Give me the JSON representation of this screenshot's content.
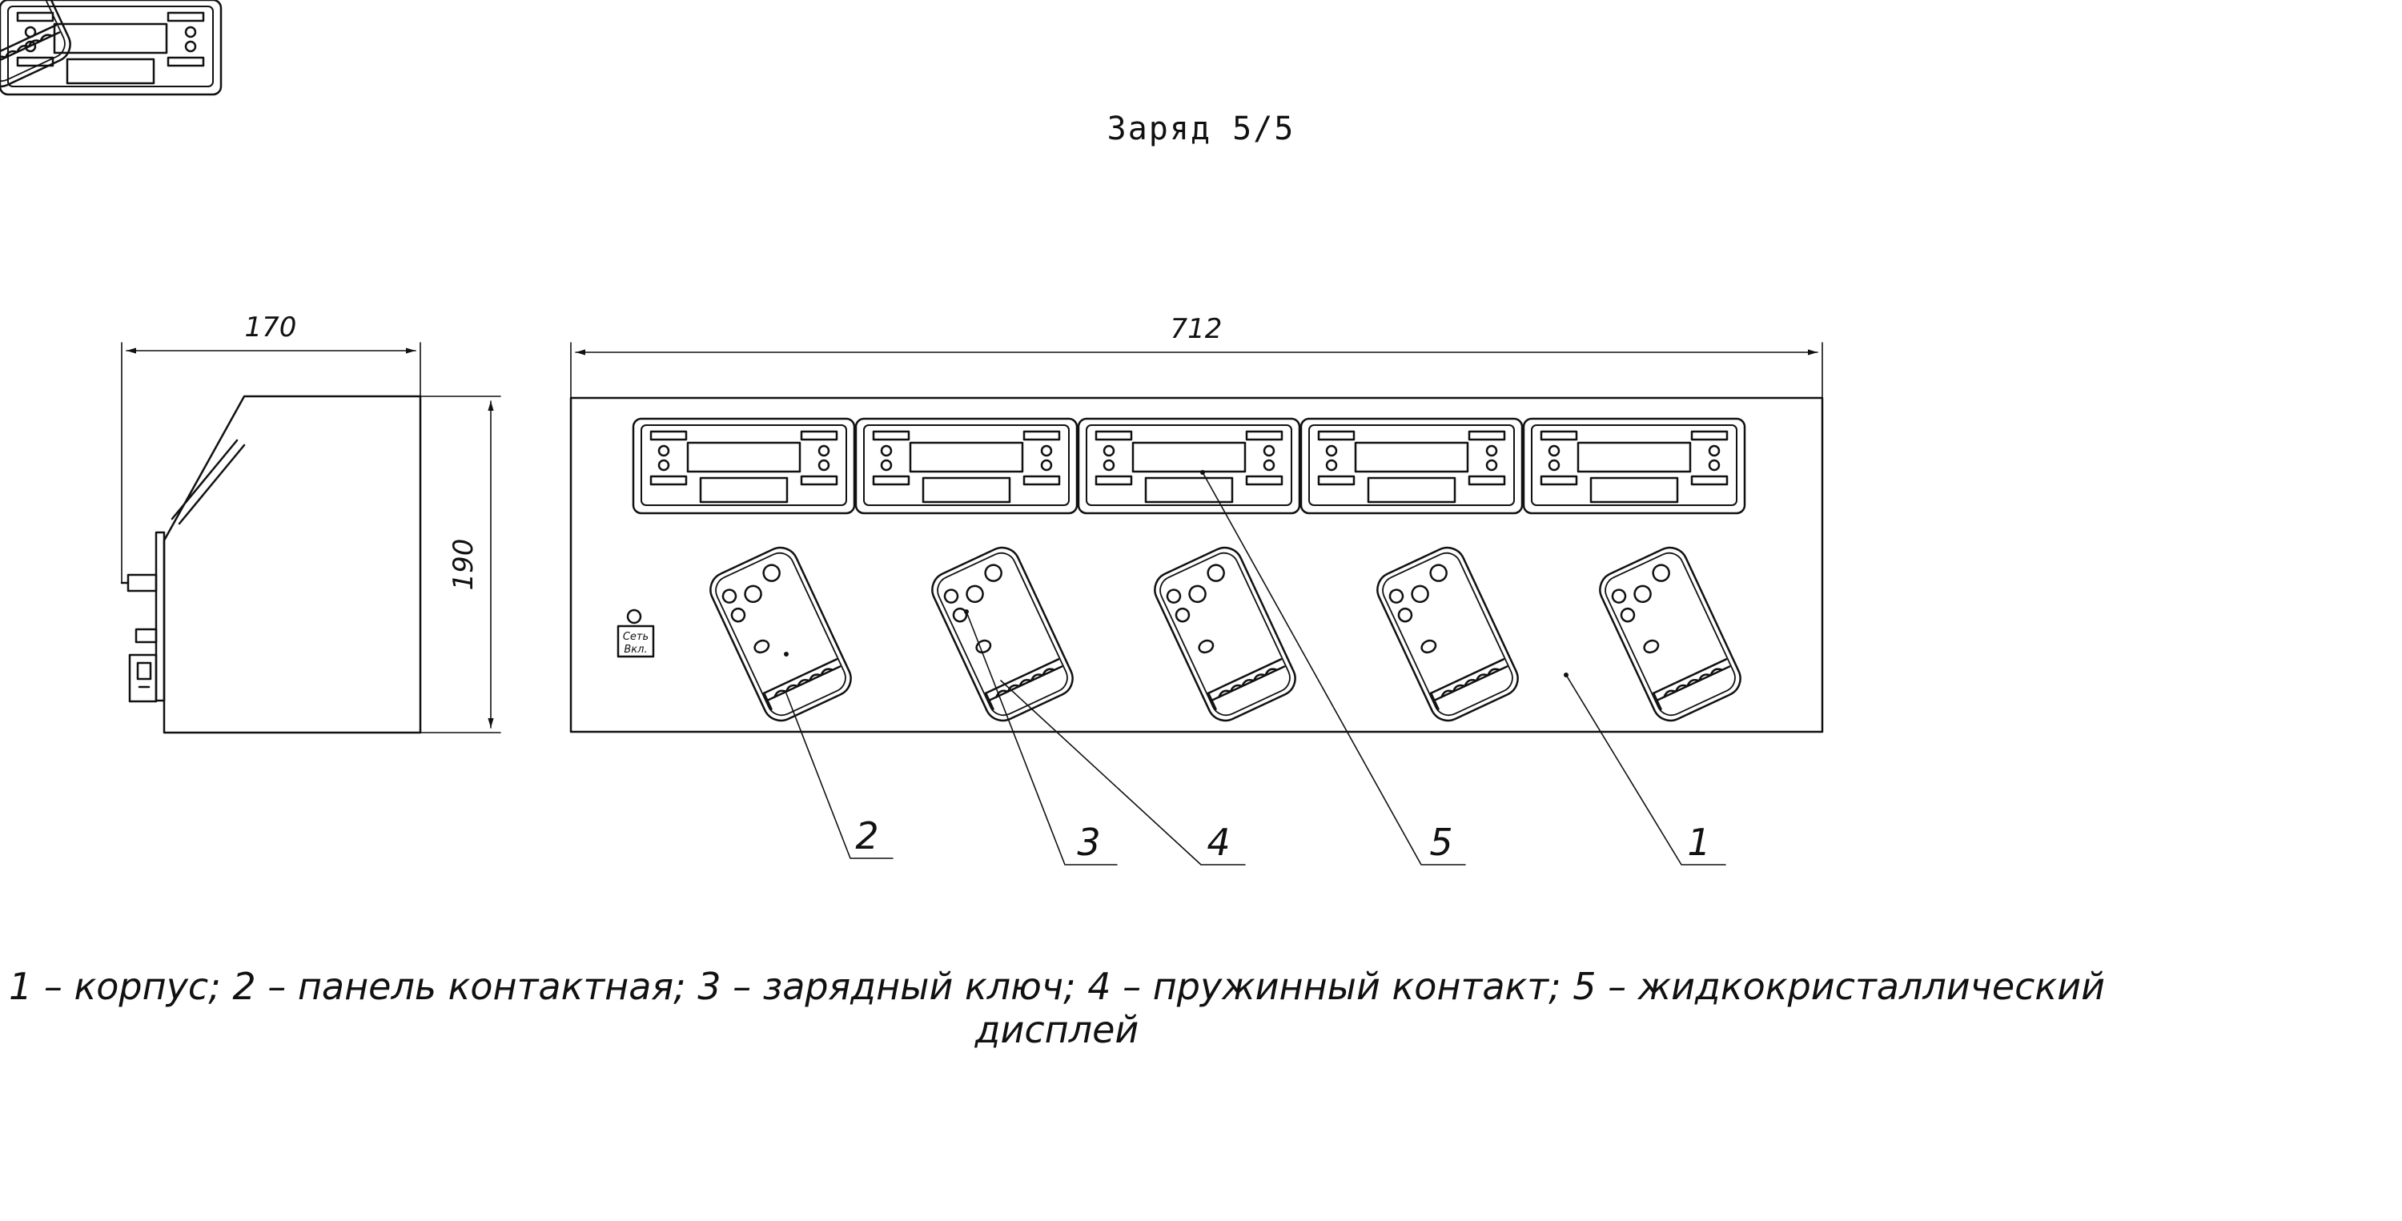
{
  "title": "Заряд 5/5",
  "dimensions": {
    "depth": "170",
    "height": "190",
    "width": "712"
  },
  "power_label": {
    "line1": "Сеть",
    "line2": "Вкл."
  },
  "callouts": [
    "2",
    "3",
    "4",
    "5",
    "1"
  ],
  "legend": "1 – корпус; 2 – панель контактная; 3 – зарядный ключ; 4 – пружинный контакт; 5 – жидкокристаллический дисплей"
}
